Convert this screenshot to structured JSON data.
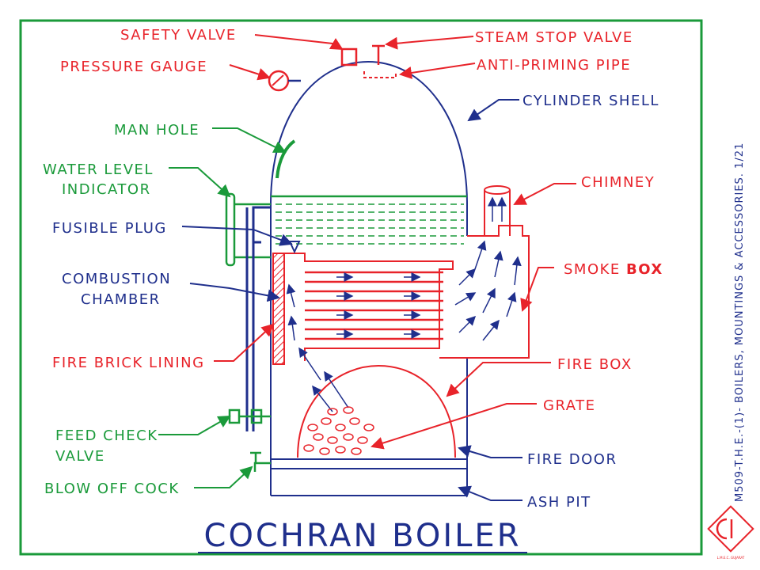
{
  "title": "COCHRAN BOILER",
  "side_note": "M509-T.H.E.-(1)- BOILERS, MOUNTINGS & ACCESSORIES. 1/21",
  "logo_text": "L.M.E.C. GUJARAT",
  "colors": {
    "red": "#e8232a",
    "blue": "#1f2f8c",
    "green": "#1a9a3a",
    "border": "#1a9a3a"
  },
  "labels": {
    "safety_valve": "SAFETY VALVE",
    "pressure_gauge": "PRESSURE GAUGE",
    "steam_stop_valve": "STEAM STOP VALVE",
    "anti_priming_pipe": "ANTI-PRIMING PIPE",
    "cylinder_shell": "CYLINDER SHELL",
    "man_hole": "MAN HOLE",
    "water_level_1": "WATER LEVEL",
    "water_level_2": "INDICATOR",
    "chimney": "CHIMNEY",
    "fusible_plug": "FUSIBLE PLUG",
    "smoke_box_1": "SMOKE",
    "smoke_box_2": "BOX",
    "combustion_1": "COMBUSTION",
    "combustion_2": "CHAMBER",
    "fire_brick_lining": "FIRE BRICK LINING",
    "fire_box": "FIRE BOX",
    "grate": "GRATE",
    "feed_check_1": "FEED CHECK",
    "feed_check_2": "VALVE",
    "fire_door": "FIRE DOOR",
    "blow_off_cock": "BLOW OFF COCK",
    "ash_pit": "ASH PIT"
  }
}
